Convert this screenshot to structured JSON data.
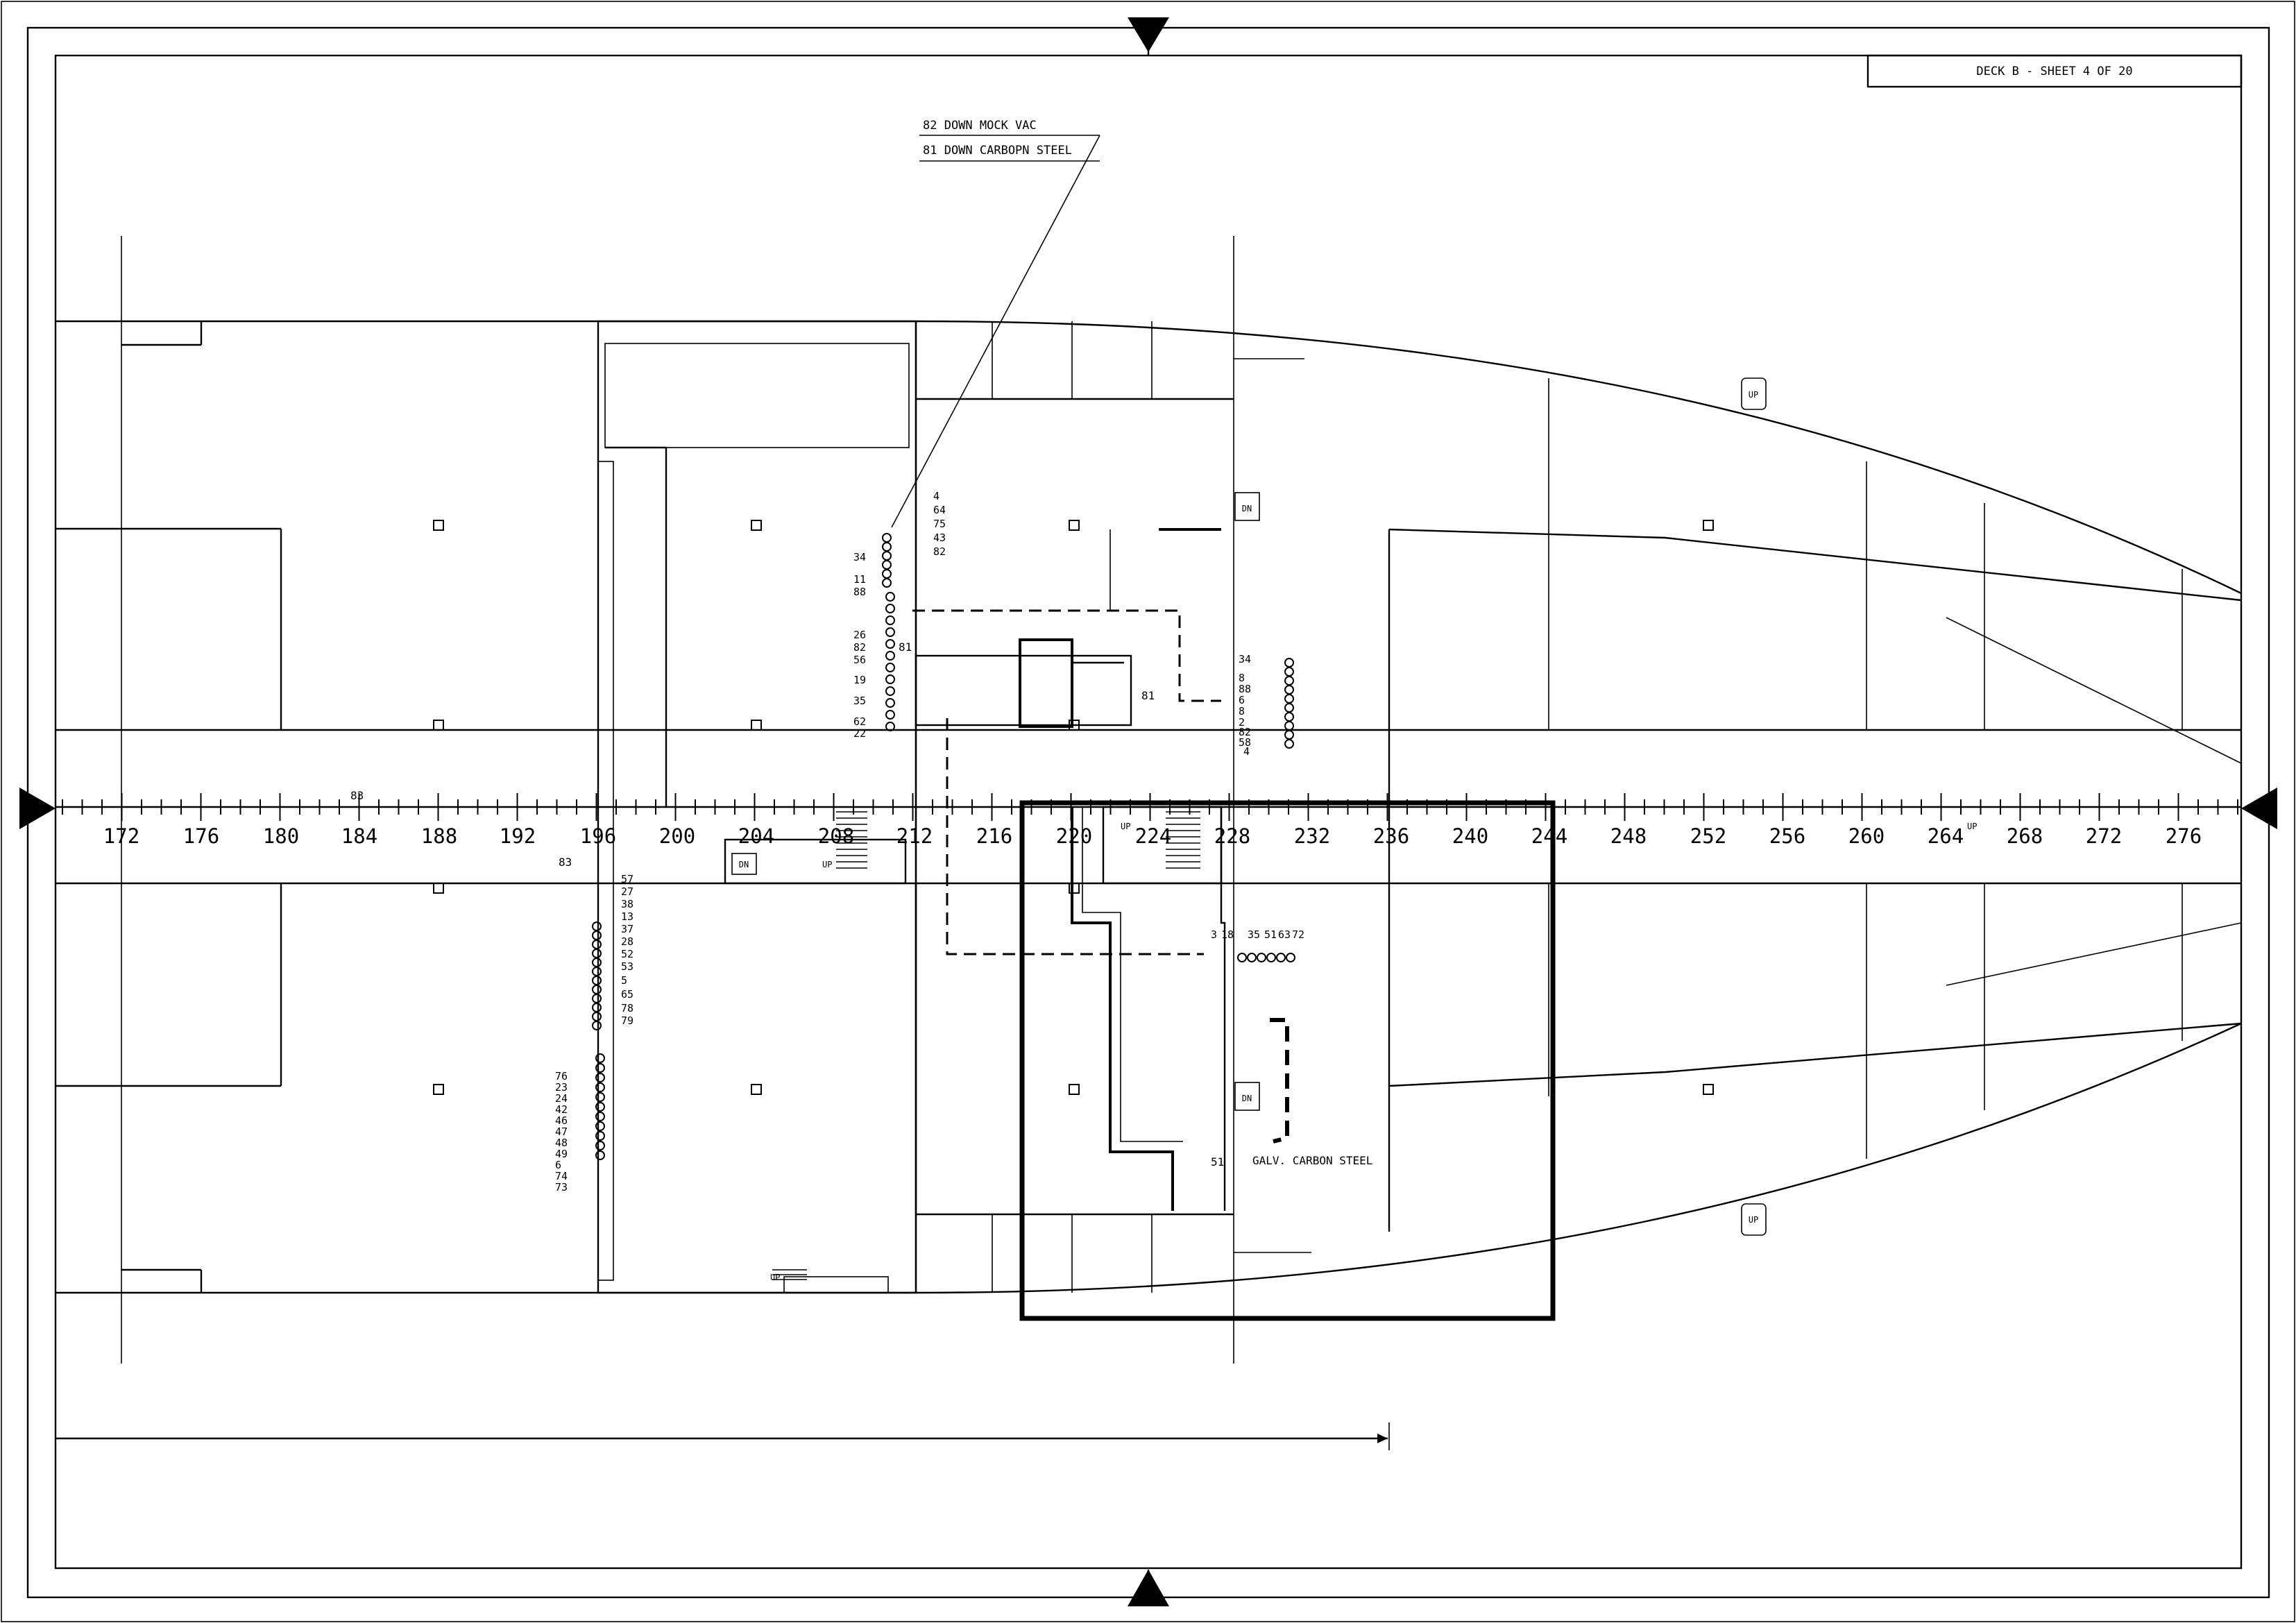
{
  "title_block": {
    "text": "DECK B - SHEET 4 OF 20"
  },
  "frame_labels": {
    "tick_labels": [
      "172",
      "176",
      "180",
      "184",
      "188",
      "192",
      "196",
      "200",
      "204",
      "208",
      "212",
      "216",
      "220",
      "224",
      "228",
      "232",
      "236",
      "240",
      "244",
      "248",
      "252",
      "256",
      "260",
      "264",
      "268",
      "272",
      "276"
    ]
  },
  "callouts": {
    "top_line1": "82 DOWN MOCK VAC",
    "top_line2": "81 DOWN   CARBOPN STEEL",
    "galv_note": "GALV. CARBON STEEL",
    "tag_83_top": "83",
    "tag_83_bottom": "83",
    "tag_81_a": "81",
    "tag_81_b": "81",
    "tag_51": "51"
  },
  "pipe_lists": {
    "top_right": [
      "4",
      "64",
      "75",
      "43",
      "82"
    ],
    "top_left": [
      "34",
      "11",
      "88",
      "26",
      "82",
      "56",
      "19",
      "35",
      "62",
      "22"
    ],
    "right_upper": [
      "34",
      "8",
      "88",
      "6",
      "8",
      "2",
      "82",
      "58",
      "4"
    ],
    "left_lower_a": [
      "57",
      "27",
      "38",
      "13",
      "37",
      "28",
      "52",
      "53",
      "5",
      "65",
      "78",
      "79"
    ],
    "left_lower_b": [
      "76",
      "23",
      "24",
      "42",
      "46",
      "47",
      "48",
      "49",
      "6",
      "74",
      "73"
    ],
    "row_mid": [
      "3",
      "18",
      "35",
      "51",
      "63",
      "72"
    ]
  },
  "stair_labels": {
    "up": "UP",
    "dn": "DN"
  },
  "colors": {
    "ink": "#000000",
    "paper": "#ffffff"
  }
}
